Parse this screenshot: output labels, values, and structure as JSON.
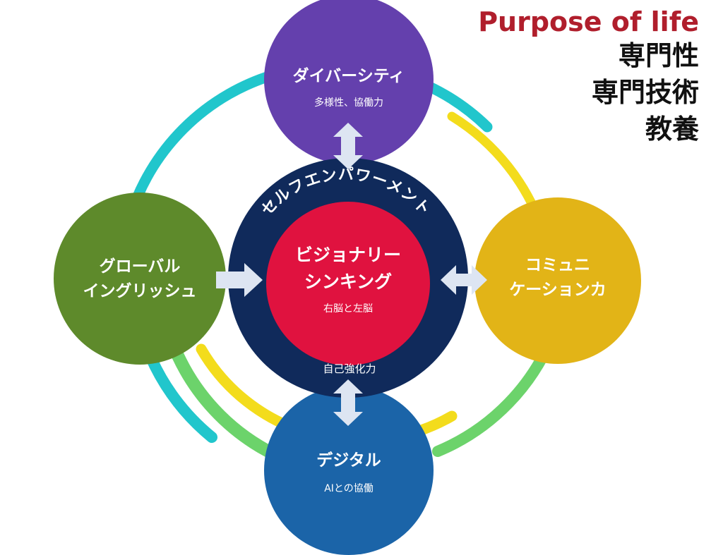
{
  "legend": {
    "purpose": "Purpose of life",
    "items": [
      "専門性",
      "専門技術",
      "教養"
    ]
  },
  "center": {
    "ring_text": "セルフエンパワーメント",
    "ring_bottom": "自己強化力",
    "title_line1": "ビジョナリー",
    "title_line2": "シンキング",
    "subtitle": "右脳と左脳"
  },
  "nodes": {
    "top": {
      "title": "ダイバーシティ",
      "subtitle": "多様性、協働力"
    },
    "left": {
      "title_line1": "グローバル",
      "title_line2": "イングリッシュ"
    },
    "right": {
      "title_line1": "コミュニ",
      "title_line2": "ケーションカ"
    },
    "bottom": {
      "title": "デジタル",
      "subtitle": "AIとの協働"
    }
  },
  "colors": {
    "purple": "#6440ad",
    "green": "#5e8a2b",
    "gold": "#e2b417",
    "blue": "#1b64a8",
    "navy": "#102a5b",
    "crimson": "#e0123f",
    "ring_cyan": "#21c6cc",
    "ring_yellow": "#f3dc1c",
    "ring_green": "#6cd36b",
    "arrow": "#dde5f2"
  }
}
